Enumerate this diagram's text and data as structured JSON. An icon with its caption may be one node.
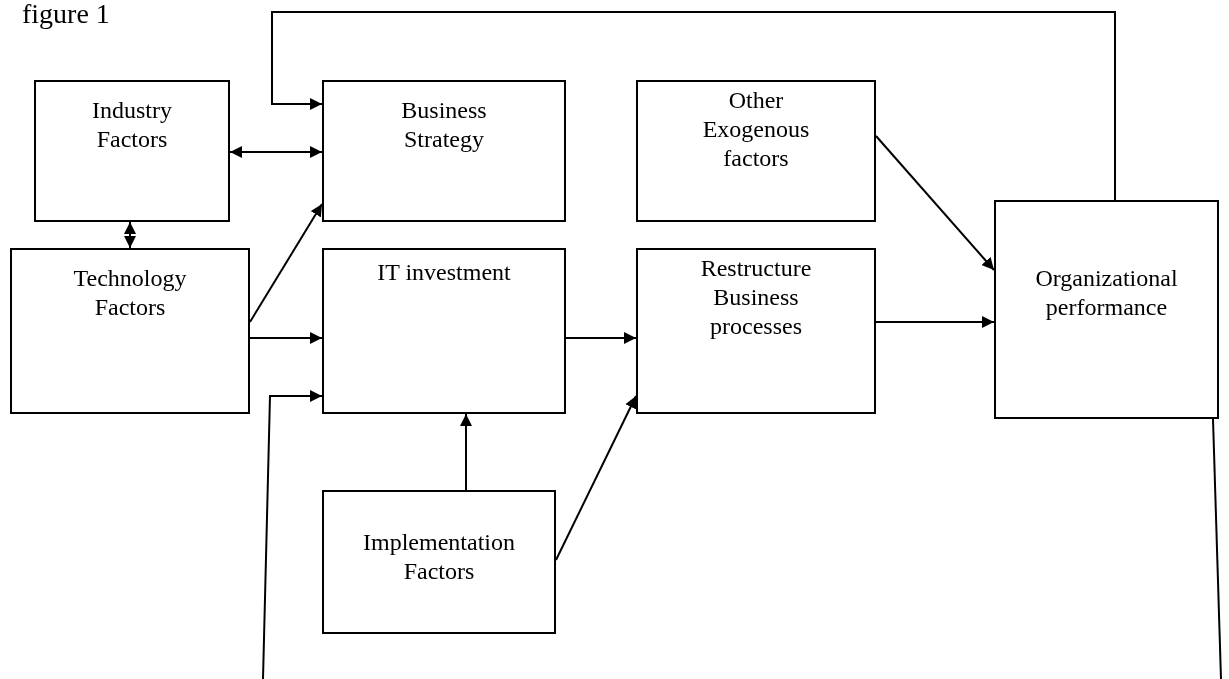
{
  "diagram": {
    "title": "figure 1",
    "nodes": [
      {
        "text": [
          "Industry Factors"
        ]
      },
      {
        "text": [
          "Business Strategy"
        ]
      },
      {
        "text": [
          "Other Exogenous factors"
        ]
      },
      {
        "text": [
          "Technology Factors"
        ]
      },
      {
        "text": [
          "IT investment"
        ]
      },
      {
        "text": [
          "Restructure Business processes"
        ]
      },
      {
        "text": [
          "Organizational performance"
        ]
      },
      {
        "text": [
          "Implementation Factors"
        ]
      }
    ],
    "edges": [
      {
        "from": 6,
        "to": 1,
        "arrow": "to"
      },
      {
        "from": 0,
        "to": 1,
        "arrow": "both"
      },
      {
        "from": 0,
        "to": 3,
        "arrow": "both"
      },
      {
        "from": 3,
        "to": 1,
        "arrow": "to"
      },
      {
        "from": 3,
        "to": 4,
        "arrow": "to"
      },
      {
        "from": null,
        "to": 4,
        "arrow": "to"
      },
      {
        "from": 4,
        "to": 5,
        "arrow": "to"
      },
      {
        "from": 2,
        "to": 6,
        "arrow": "to"
      },
      {
        "from": 5,
        "to": 6,
        "arrow": "to"
      },
      {
        "from": 7,
        "to": 4,
        "arrow": "to"
      },
      {
        "from": 7,
        "to": 5,
        "arrow": "to"
      },
      {
        "from": 6,
        "to": null,
        "arrow": "none"
      }
    ]
  }
}
